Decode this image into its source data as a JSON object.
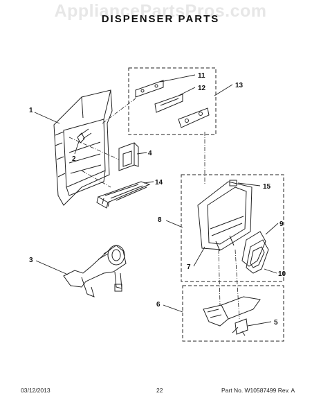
{
  "watermark": "AppliancePartsPros.com",
  "title": "DISPENSER PARTS",
  "footer": {
    "date": "03/12/2013",
    "page": "22",
    "part_no": "Part No. W10587499  Rev. A"
  },
  "callouts": [
    "1",
    "2",
    "3",
    "4",
    "5",
    "6",
    "7",
    "8",
    "9",
    "10",
    "11",
    "12",
    "13",
    "14",
    "15"
  ]
}
